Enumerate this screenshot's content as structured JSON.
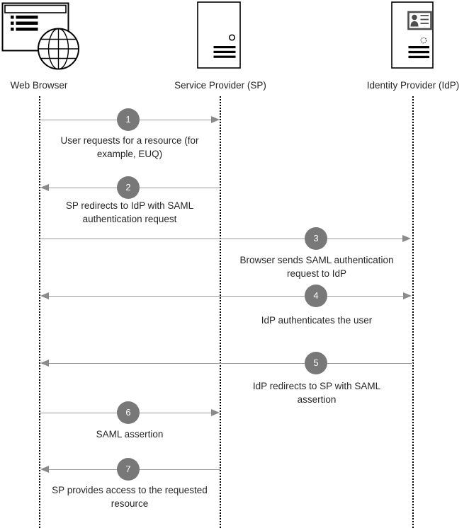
{
  "actors": [
    {
      "id": "web-browser",
      "label": "Web Browser",
      "icon": "browser-globe-icon"
    },
    {
      "id": "service-provider",
      "label": "Service Provider (SP)",
      "icon": "server-icon"
    },
    {
      "id": "identity-provider",
      "label": "Identity Provider (IdP)",
      "icon": "server-id-badge-icon"
    }
  ],
  "steps": [
    {
      "number": "1",
      "from": "Web Browser",
      "to": "Service Provider (SP)",
      "direction": "right",
      "label": "User requests for a resource (for\nexample, EUQ)"
    },
    {
      "number": "2",
      "from": "Service Provider (SP)",
      "to": "Web Browser",
      "direction": "left",
      "label": "SP redirects to IdP with SAML\nauthentication request"
    },
    {
      "number": "3",
      "from": "Web Browser",
      "to": "Identity Provider (IdP)",
      "direction": "right",
      "label": "Browser sends SAML authentication\nrequest to IdP"
    },
    {
      "number": "4",
      "from": "Web Browser",
      "to": "Identity Provider (IdP)",
      "direction": "both",
      "label": "IdP authenticates the user"
    },
    {
      "number": "5",
      "from": "Identity Provider (IdP)",
      "to": "Web Browser",
      "direction": "left",
      "label": "IdP redirects to SP with SAML\nassertion"
    },
    {
      "number": "6",
      "from": "Web Browser",
      "to": "Service Provider (SP)",
      "direction": "right",
      "label": "SAML assertion"
    },
    {
      "number": "7",
      "from": "Service Provider (SP)",
      "to": "Web Browser",
      "direction": "left",
      "label": "SP provides access to the requested\nresource"
    }
  ],
  "colors": {
    "arrow_line": "#9a9a9a",
    "arrow_head": "#8a8a8a",
    "step_badge": "#787878",
    "badge_text": "#ffffff",
    "text": "#262626",
    "lifeline": "#000000",
    "icon_stroke": "#000000",
    "badge_accent": "#4d4d4d"
  }
}
